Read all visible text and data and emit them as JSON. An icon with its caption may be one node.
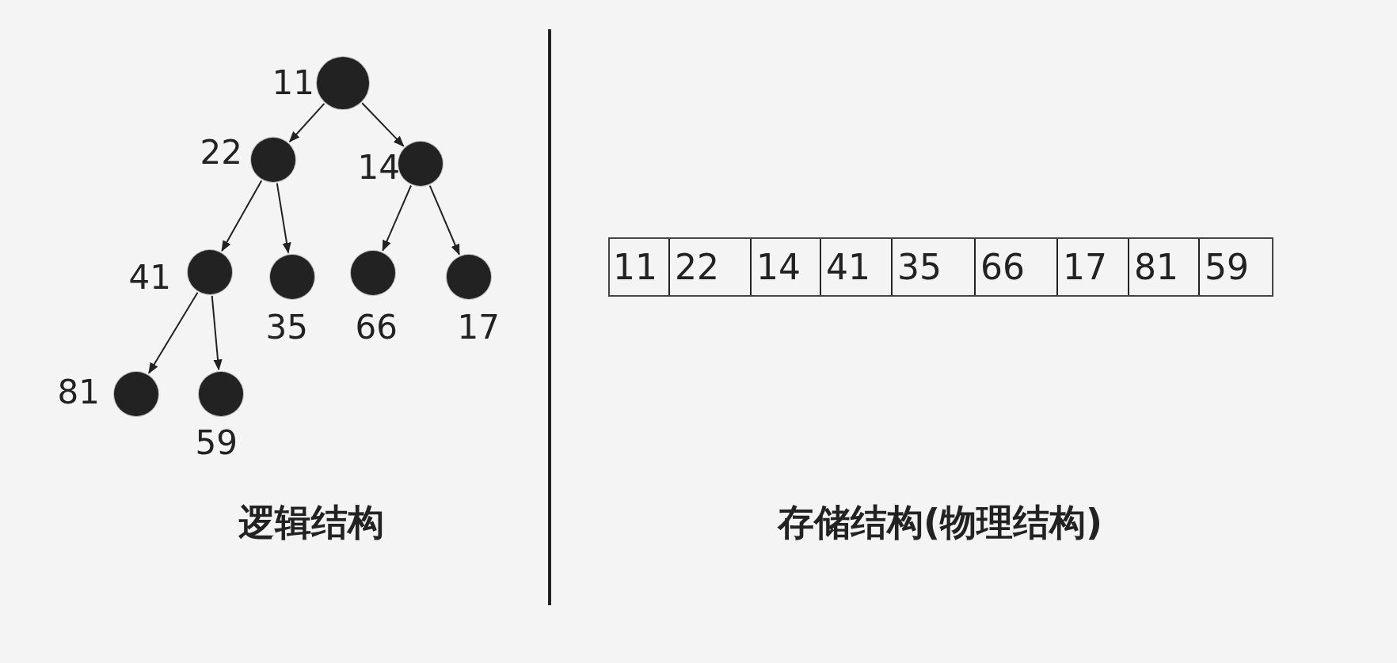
{
  "diagram": {
    "nodes": [
      {
        "text": [],
        "shape": "circle",
        "beside": [
          "11"
        ]
      },
      {
        "text": [],
        "shape": "circle",
        "beside": [
          "22"
        ]
      },
      {
        "text": [],
        "shape": "circle",
        "beside": [
          "14"
        ]
      },
      {
        "text": [],
        "shape": "circle",
        "beside": [
          "41"
        ]
      },
      {
        "text": [],
        "shape": "circle",
        "beside": [
          "35"
        ]
      },
      {
        "text": [],
        "shape": "circle",
        "beside": [
          "66"
        ]
      },
      {
        "text": [],
        "shape": "circle",
        "beside": [
          "17"
        ]
      },
      {
        "text": [],
        "shape": "circle",
        "beside": [
          "81"
        ]
      },
      {
        "text": [],
        "shape": "circle",
        "beside": [
          "59"
        ]
      },
      {
        "text": [],
        "shape": "box"
      },
      {
        "text": [
          "11"
        ],
        "in": 9
      },
      {
        "text": [
          "22"
        ],
        "in": 9
      },
      {
        "text": [
          "14"
        ],
        "in": 9
      },
      {
        "text": [
          "41"
        ],
        "in": 9
      },
      {
        "text": [
          "35"
        ],
        "in": 9
      },
      {
        "text": [
          "66"
        ],
        "in": 9
      },
      {
        "text": [
          "17"
        ],
        "in": 9
      },
      {
        "text": [
          "81"
        ],
        "in": 9
      },
      {
        "text": [
          "59"
        ],
        "in": 9
      }
    ],
    "edges": [
      {
        "from": 0,
        "to": 1,
        "arrow": "to"
      },
      {
        "from": 0,
        "to": 2,
        "arrow": "to"
      },
      {
        "from": 1,
        "to": 3,
        "arrow": "to"
      },
      {
        "from": 1,
        "to": 4,
        "arrow": "to"
      },
      {
        "from": 2,
        "to": 5,
        "arrow": "to"
      },
      {
        "from": 2,
        "to": 6,
        "arrow": "to"
      },
      {
        "from": 3,
        "to": 7,
        "arrow": "to"
      },
      {
        "from": 3,
        "to": 8,
        "arrow": "to"
      }
    ],
    "labels": [
      "逻辑结构",
      "存储结构(物理结构)"
    ]
  }
}
